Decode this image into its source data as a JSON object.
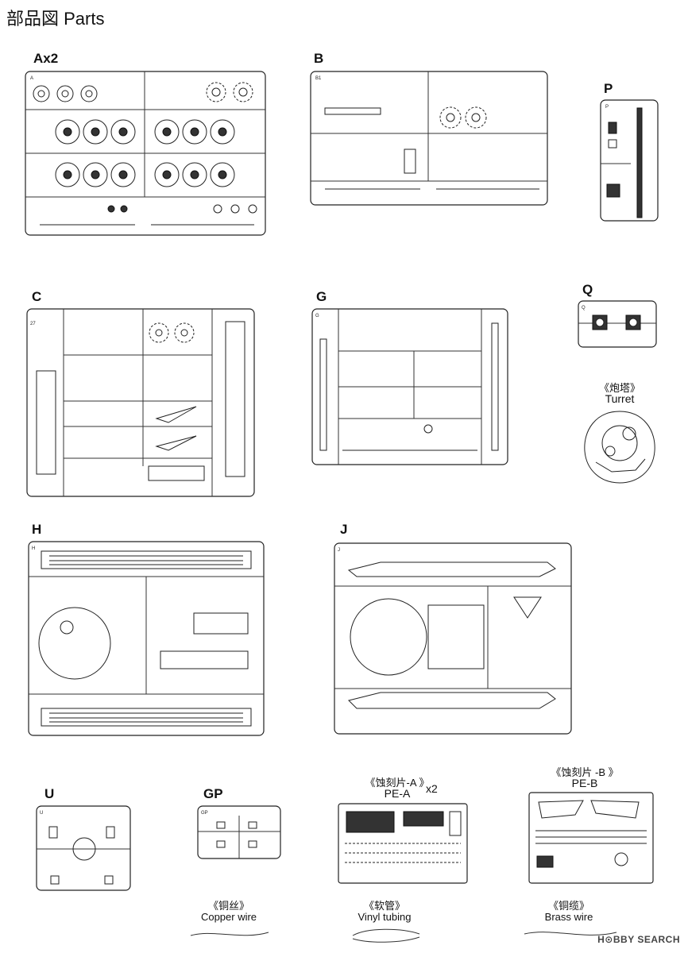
{
  "title": "部品図 Parts",
  "sprues": {
    "A": {
      "label": "Ax2"
    },
    "B": {
      "label": "B"
    },
    "P": {
      "label": "P"
    },
    "C": {
      "label": "C"
    },
    "G": {
      "label": "G"
    },
    "Q": {
      "label": "Q"
    },
    "H": {
      "label": "H"
    },
    "J": {
      "label": "J"
    },
    "U": {
      "label": "U"
    },
    "GP": {
      "label": "GP"
    }
  },
  "turret": {
    "cn": "《炮塔》",
    "en": "Turret"
  },
  "pe_a": {
    "cn": "《蚀刻片-A 》",
    "en": "PE-A",
    "qty": "x2"
  },
  "pe_b": {
    "cn": "《蚀刻片 -B 》",
    "en": "PE-B"
  },
  "copper_wire": {
    "cn": "《铜丝》",
    "en": "Copper wire"
  },
  "vinyl_tubing": {
    "cn": "《软管》",
    "en": "Vinyl tubing"
  },
  "brass_wire": {
    "cn": "《铜缆》",
    "en": "Brass wire"
  },
  "watermark": "H⊙BBY SEARCH"
}
